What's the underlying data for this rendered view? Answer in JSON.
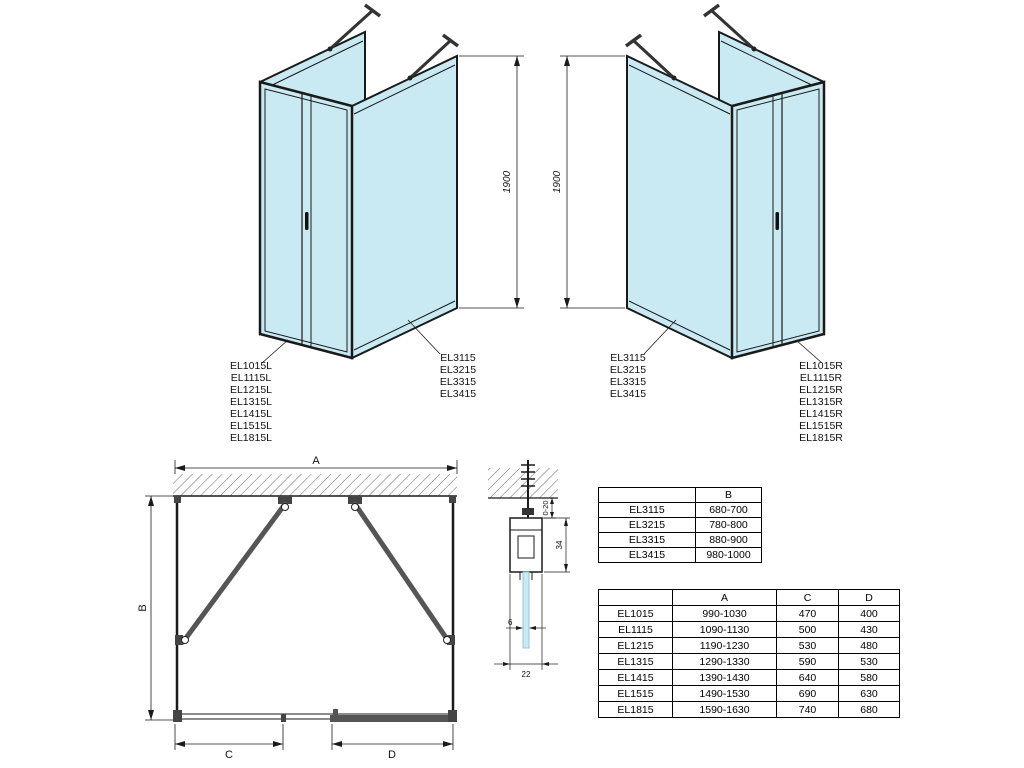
{
  "colors": {
    "glass": "#c9eaf3",
    "line": "#1a1a1a",
    "hardware": "#444444"
  },
  "iso_left": {
    "height_dim": "1900",
    "door_models": [
      "EL1015L",
      "EL1115L",
      "EL1215L",
      "EL1315L",
      "EL1415L",
      "EL1515L",
      "EL1815L"
    ],
    "side_models": [
      "EL3115",
      "EL3215",
      "EL3315",
      "EL3415"
    ]
  },
  "iso_right": {
    "height_dim": "1900",
    "side_models": [
      "EL3115",
      "EL3215",
      "EL3315",
      "EL3415"
    ],
    "door_models": [
      "EL1015R",
      "EL1115R",
      "EL1215R",
      "EL1315R",
      "EL1415R",
      "EL1515R",
      "EL1815R"
    ]
  },
  "plan": {
    "dim_a": "A",
    "dim_b": "B",
    "dim_c": "C",
    "dim_d": "D"
  },
  "detail": {
    "dim_gap": "0-20",
    "dim_depth": "34",
    "dim_glass": "6",
    "dim_width": "22"
  },
  "table_b": {
    "headers": [
      "",
      "B"
    ],
    "rows": [
      [
        "EL3115",
        "680-700"
      ],
      [
        "EL3215",
        "780-800"
      ],
      [
        "EL3315",
        "880-900"
      ],
      [
        "EL3415",
        "980-1000"
      ]
    ]
  },
  "table_acd": {
    "headers": [
      "",
      "A",
      "C",
      "D"
    ],
    "rows": [
      [
        "EL1015",
        "990-1030",
        "470",
        "400"
      ],
      [
        "EL1115",
        "1090-1130",
        "500",
        "430"
      ],
      [
        "EL1215",
        "1190-1230",
        "530",
        "480"
      ],
      [
        "EL1315",
        "1290-1330",
        "590",
        "530"
      ],
      [
        "EL1415",
        "1390-1430",
        "640",
        "580"
      ],
      [
        "EL1515",
        "1490-1530",
        "690",
        "630"
      ],
      [
        "EL1815",
        "1590-1630",
        "740",
        "680"
      ]
    ]
  }
}
